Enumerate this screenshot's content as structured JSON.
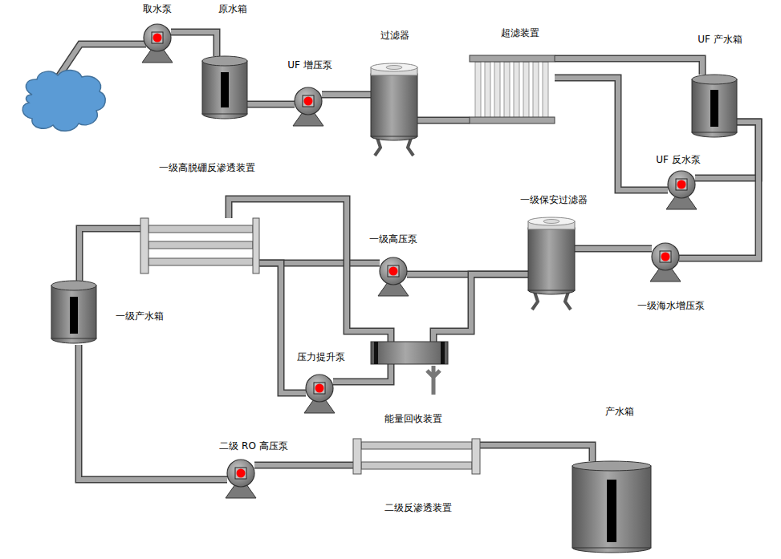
{
  "diagram": {
    "nodes": [
      {
        "text": [
          "取水泵"
        ]
      },
      {
        "text": [
          "原水箱"
        ]
      },
      {
        "text": [
          "UF 增压泵"
        ]
      },
      {
        "text": [
          "过滤器"
        ]
      },
      {
        "text": [
          "超滤装置"
        ]
      },
      {
        "text": [
          "UF 产水箱"
        ]
      },
      {
        "text": [
          "UF 反水泵"
        ]
      },
      {
        "text": [
          "一级海水增压泵"
        ]
      },
      {
        "text": [
          "一级保安过滤器"
        ]
      },
      {
        "text": [
          "一级高压泵"
        ]
      },
      {
        "text": [
          "能量回收装置"
        ]
      },
      {
        "text": [
          "压力提升泵"
        ]
      },
      {
        "text": [
          "一级高脱硼反渗透装置"
        ]
      },
      {
        "text": [
          "一级产水箱"
        ]
      },
      {
        "text": [
          "二级 RO 高压泵"
        ]
      },
      {
        "text": [
          "二级反渗透装置"
        ]
      },
      {
        "text": [
          "产水箱"
        ]
      }
    ],
    "edges": [
      {
        "from": 0,
        "to": 1,
        "arrow": "none"
      },
      {
        "from": 1,
        "to": 2,
        "arrow": "none"
      },
      {
        "from": 2,
        "to": 3,
        "arrow": "none"
      },
      {
        "from": 3,
        "to": 4,
        "arrow": "none"
      },
      {
        "from": 4,
        "to": 5,
        "arrow": "none"
      },
      {
        "from": 5,
        "to": 6,
        "arrow": "none"
      },
      {
        "from": 6,
        "to": 4,
        "arrow": "none"
      },
      {
        "from": 5,
        "to": 7,
        "arrow": "none"
      },
      {
        "from": 7,
        "to": 8,
        "arrow": "none"
      },
      {
        "from": 8,
        "to": 9,
        "arrow": "none"
      },
      {
        "from": 8,
        "to": 10,
        "arrow": "none"
      },
      {
        "from": 9,
        "to": 12,
        "arrow": "none"
      },
      {
        "from": 12,
        "to": 10,
        "arrow": "none"
      },
      {
        "from": 10,
        "to": 11,
        "arrow": "none"
      },
      {
        "from": 11,
        "to": 12,
        "arrow": "none"
      },
      {
        "from": 12,
        "to": 13,
        "arrow": "none"
      },
      {
        "from": 13,
        "to": 14,
        "arrow": "none"
      },
      {
        "from": 14,
        "to": 15,
        "arrow": "none"
      },
      {
        "from": 15,
        "to": 16,
        "arrow": "none"
      }
    ]
  }
}
